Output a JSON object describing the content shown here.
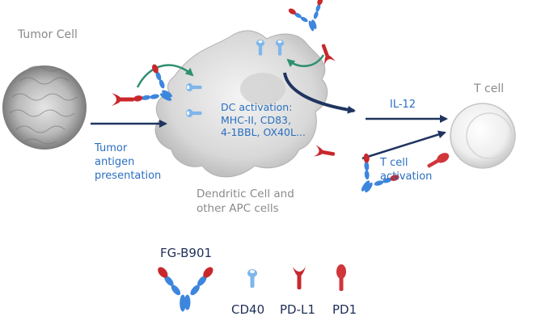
{
  "labels": {
    "tumor_cell": "Tumor Cell",
    "t_cell": "T cell",
    "dendritic_cell": "Dendritic Cell and\nother APC cells",
    "tumor_antigen": "Tumor\nantigen\npresentation",
    "dc_activation": "DC activation:\nMHC-II, CD83,\n4-1BBL, OX40L...",
    "il12": "IL-12",
    "t_cell_activation": "T cell\nactivation"
  },
  "legend": {
    "antibody": "FG-B901",
    "cd40": "CD40",
    "pdl1": "PD-L1",
    "pd1": "PD1"
  },
  "colors": {
    "antibody_blue": "#3d86dd",
    "cd40_blue": "#7fb6ea",
    "pdl1_red": "#c8282c",
    "pd1_red": "#d0363a",
    "arrow_navy": "#1f3560",
    "arrow_green": "#2e8f71",
    "text_blue": "#2a6fc0",
    "text_navy": "#1f2f57"
  }
}
